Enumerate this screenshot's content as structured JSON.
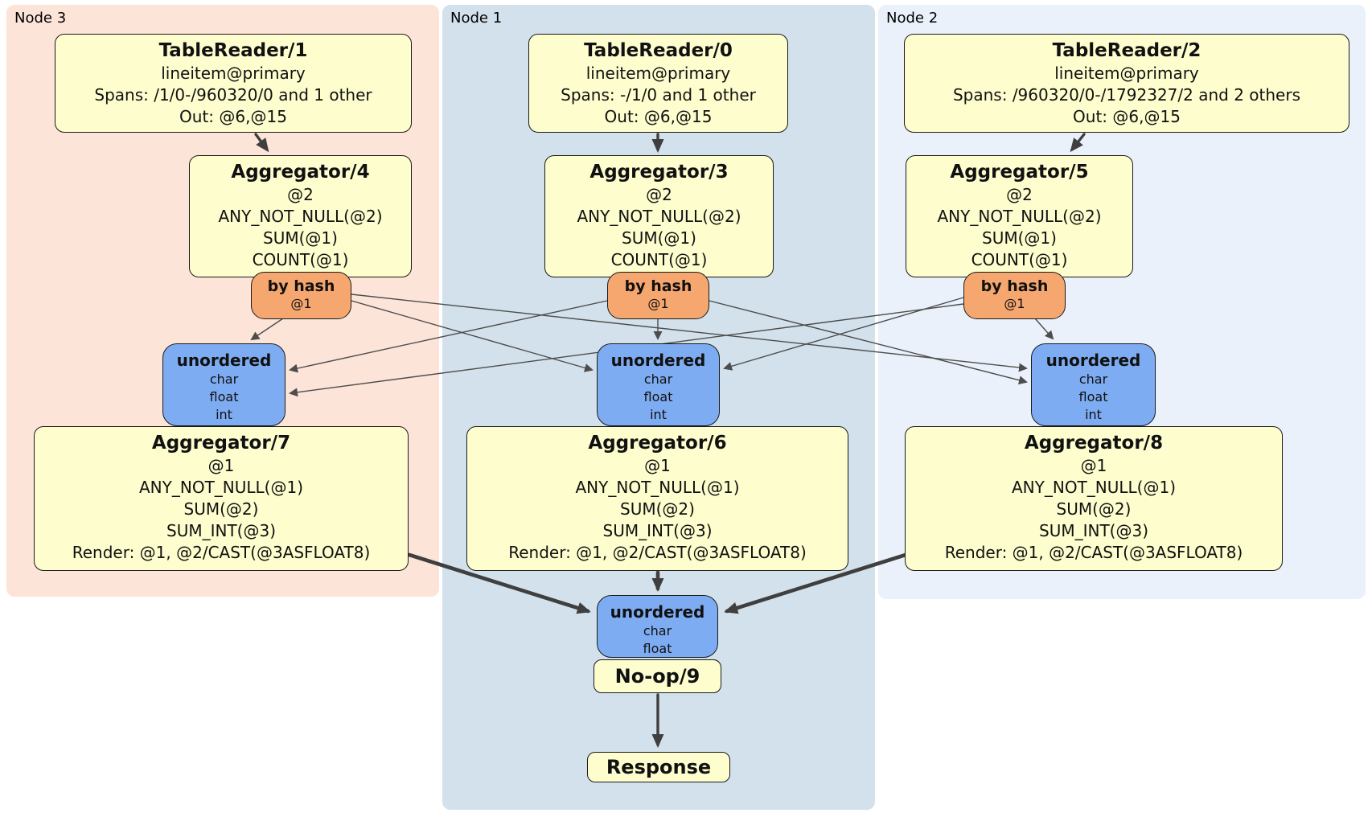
{
  "colors": {
    "node3_bg": "#FCE4D8",
    "node1_bg": "#D2E1EB",
    "node2_bg": "#EAF1FA",
    "processor_fill": "#FDFDCE",
    "router_fill": "#F5A76F",
    "sync_fill": "#7EACF2",
    "edge_thin": "#4d4d4d",
    "edge_thick": "#3f3f3f"
  },
  "groups": {
    "node3": {
      "label": "Node 3"
    },
    "node1": {
      "label": "Node 1"
    },
    "node2": {
      "label": "Node 2"
    }
  },
  "boxes": {
    "tr1": {
      "title": "TableReader/1",
      "line1": "lineitem@primary",
      "line2": "Spans: /1/0-/960320/0 and 1 other",
      "line3": "Out: @6,@15"
    },
    "tr0": {
      "title": "TableReader/0",
      "line1": "lineitem@primary",
      "line2": "Spans: -/1/0 and 1 other",
      "line3": "Out: @6,@15"
    },
    "tr2": {
      "title": "TableReader/2",
      "line1": "lineitem@primary",
      "line2": "Spans: /960320/0-/1792327/2 and 2 others",
      "line3": "Out: @6,@15"
    },
    "agg4": {
      "title": "Aggregator/4",
      "line1": "@2",
      "line2": "ANY_NOT_NULL(@2)",
      "line3": "SUM(@1)",
      "line4": "COUNT(@1)"
    },
    "agg3": {
      "title": "Aggregator/3",
      "line1": "@2",
      "line2": "ANY_NOT_NULL(@2)",
      "line3": "SUM(@1)",
      "line4": "COUNT(@1)"
    },
    "agg5": {
      "title": "Aggregator/5",
      "line1": "@2",
      "line2": "ANY_NOT_NULL(@2)",
      "line3": "SUM(@1)",
      "line4": "COUNT(@1)"
    },
    "agg7": {
      "title": "Aggregator/7",
      "line1": "@1",
      "line2": "ANY_NOT_NULL(@1)",
      "line3": "SUM(@2)",
      "line4": "SUM_INT(@3)",
      "line5": "Render: @1, @2/CAST(@3ASFLOAT8)"
    },
    "agg6": {
      "title": "Aggregator/6",
      "line1": "@1",
      "line2": "ANY_NOT_NULL(@1)",
      "line3": "SUM(@2)",
      "line4": "SUM_INT(@3)",
      "line5": "Render: @1, @2/CAST(@3ASFLOAT8)"
    },
    "agg8": {
      "title": "Aggregator/8",
      "line1": "@1",
      "line2": "ANY_NOT_NULL(@1)",
      "line3": "SUM(@2)",
      "line4": "SUM_INT(@3)",
      "line5": "Render: @1, @2/CAST(@3ASFLOAT8)"
    },
    "noop": {
      "title": "No-op/9"
    },
    "response": {
      "title": "Response"
    }
  },
  "routers": {
    "left": {
      "title": "by hash",
      "key": "@1"
    },
    "middle": {
      "title": "by hash",
      "key": "@1"
    },
    "right": {
      "title": "by hash",
      "key": "@1"
    }
  },
  "syncs": {
    "left": {
      "title": "unordered",
      "type1": "char",
      "type2": "float",
      "type3": "int"
    },
    "middle": {
      "title": "unordered",
      "type1": "char",
      "type2": "float",
      "type3": "int"
    },
    "right": {
      "title": "unordered",
      "type1": "char",
      "type2": "float",
      "type3": "int"
    },
    "final": {
      "title": "unordered",
      "type1": "char",
      "type2": "float"
    }
  }
}
